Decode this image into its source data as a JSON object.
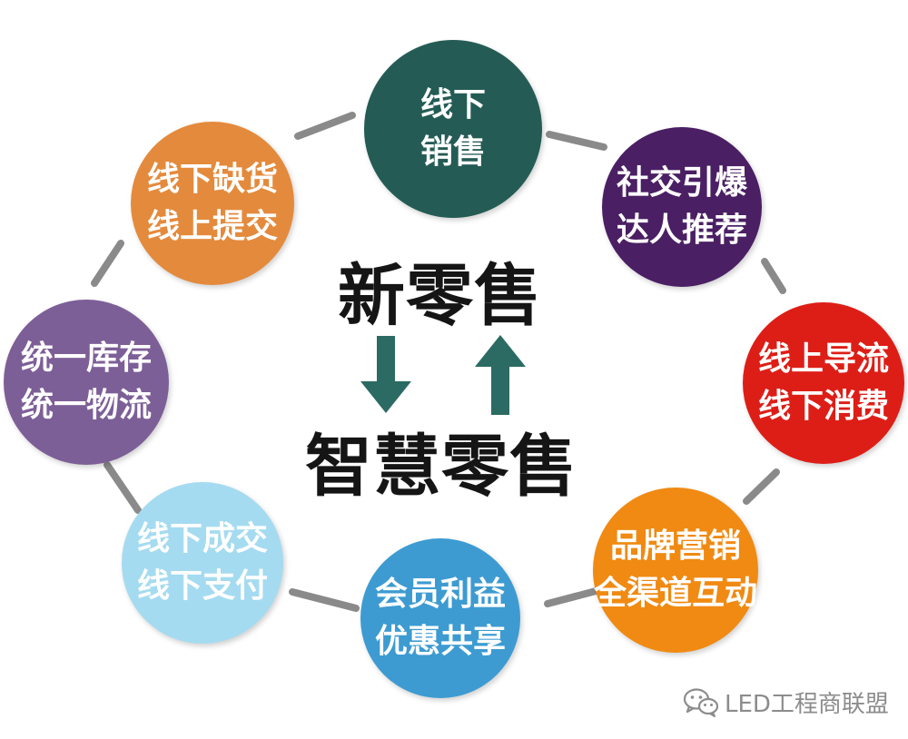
{
  "colors": {
    "connector": "#8a8a8a",
    "arrow": "#2b6b63",
    "title": "#151515"
  },
  "center": {
    "title_top": "新零售",
    "title_bottom": "智慧零售",
    "arrow_down_icon": "arrow-down-icon",
    "arrow_up_icon": "arrow-up-icon"
  },
  "nodes": [
    {
      "line1": "线下",
      "line2": "销售",
      "color": "#245c55"
    },
    {
      "line1": "社交引爆",
      "line2": "达人推荐",
      "color": "#4a1f63"
    },
    {
      "line1": "线上导流",
      "line2": "线下消费",
      "color": "#dd1e17"
    },
    {
      "line1": "品牌营销",
      "line2": "全渠道互动",
      "color": "#f08a12"
    },
    {
      "line1": "会员利益",
      "line2": "优惠共享",
      "color": "#3d9bd1"
    },
    {
      "line1": "线下成交",
      "line2": "线下支付",
      "color": "#a5dbf0"
    },
    {
      "line1": "统一库存",
      "line2": "统一物流",
      "color": "#7d5f97"
    },
    {
      "line1": "线下缺货",
      "line2": "线上提交",
      "color": "#e48a3c"
    }
  ],
  "watermark": {
    "icon": "wechat-icon",
    "text": "LED工程商联盟"
  }
}
